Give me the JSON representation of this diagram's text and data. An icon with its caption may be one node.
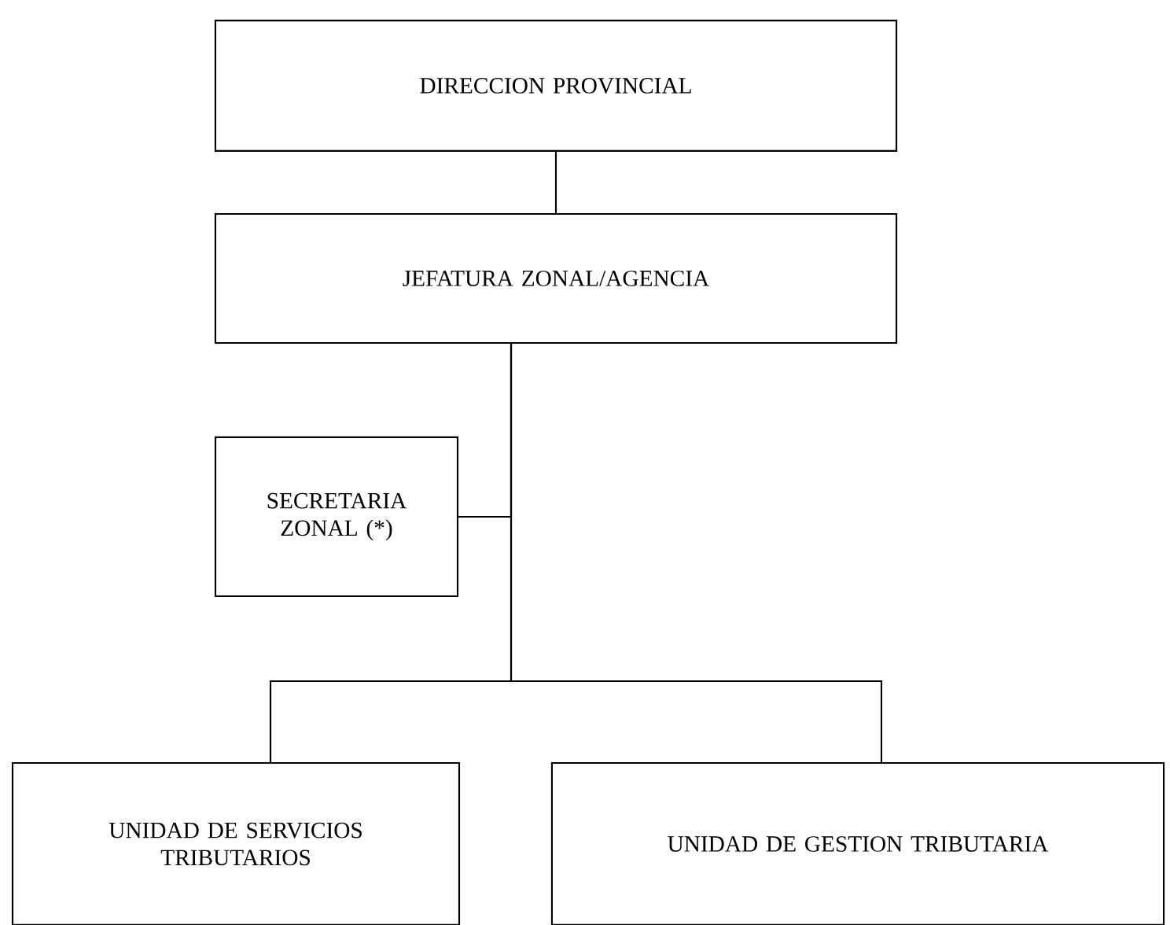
{
  "diagram": {
    "nodes": [
      {
        "text": [
          "DIRECCION PROVINCIAL"
        ]
      },
      {
        "text": [
          "JEFATURA ZONAL/AGENCIA"
        ]
      },
      {
        "text": [
          "SECRETARIA ZONAL (*)"
        ]
      },
      {
        "text": [
          "UNIDAD DE SERVICIOS TRIBUTARIOS"
        ]
      },
      {
        "text": [
          "UNIDAD DE GESTION TRIBUTARIA"
        ]
      }
    ],
    "edges": [
      {
        "from": 0,
        "to": 1,
        "arrow": "none"
      },
      {
        "from": 1,
        "to": 2,
        "arrow": "none"
      },
      {
        "from": 1,
        "to": 3,
        "arrow": "none"
      },
      {
        "from": 1,
        "to": 4,
        "arrow": "none"
      }
    ]
  }
}
